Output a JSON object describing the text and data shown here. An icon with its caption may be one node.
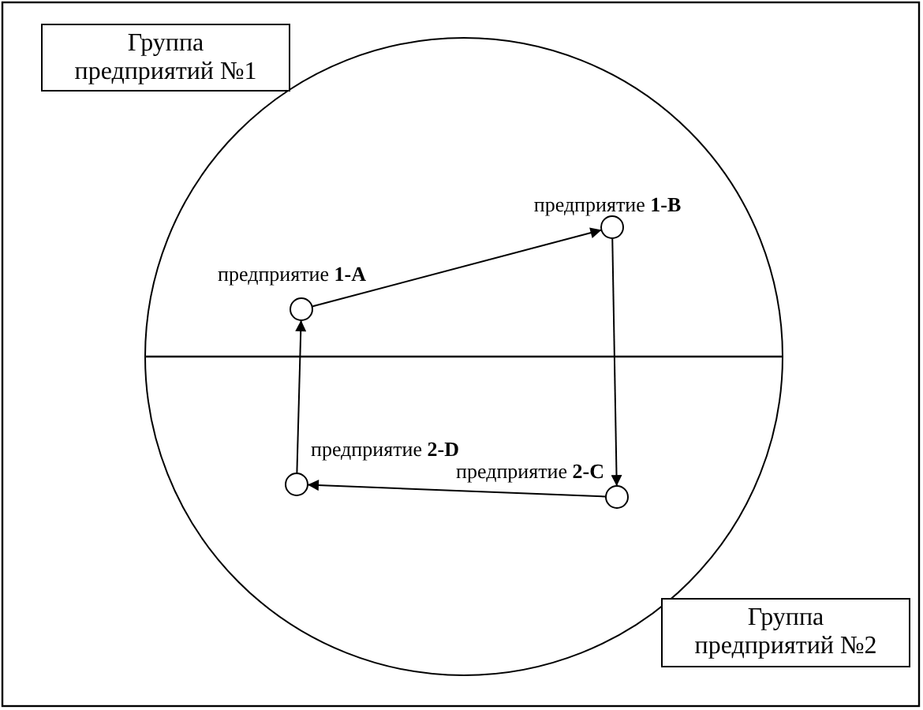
{
  "diagram": {
    "nodes": [
      {
        "text": [
          "Группа предприятий №1"
        ]
      },
      {
        "text": [],
        "shape": "circle",
        "beside": [
          "предприятие **1-B**"
        ]
      },
      {
        "text": [],
        "shape": "circle",
        "beside": [
          "предприятие **1-A**"
        ]
      },
      {
        "text": [],
        "shape": "circle",
        "beside": [
          "предприятие **2-D**"
        ]
      },
      {
        "text": [],
        "shape": "circle",
        "beside": [
          "предприятие **2-C**"
        ]
      },
      {
        "text": [
          "Группа предприятий №2"
        ]
      }
    ],
    "edges": [
      {
        "from": 2,
        "to": 1,
        "arrow": "to"
      },
      {
        "from": 1,
        "to": 4,
        "arrow": "to"
      },
      {
        "from": 4,
        "to": 3,
        "arrow": "to"
      },
      {
        "from": 3,
        "to": 2,
        "arrow": "to"
      }
    ]
  }
}
